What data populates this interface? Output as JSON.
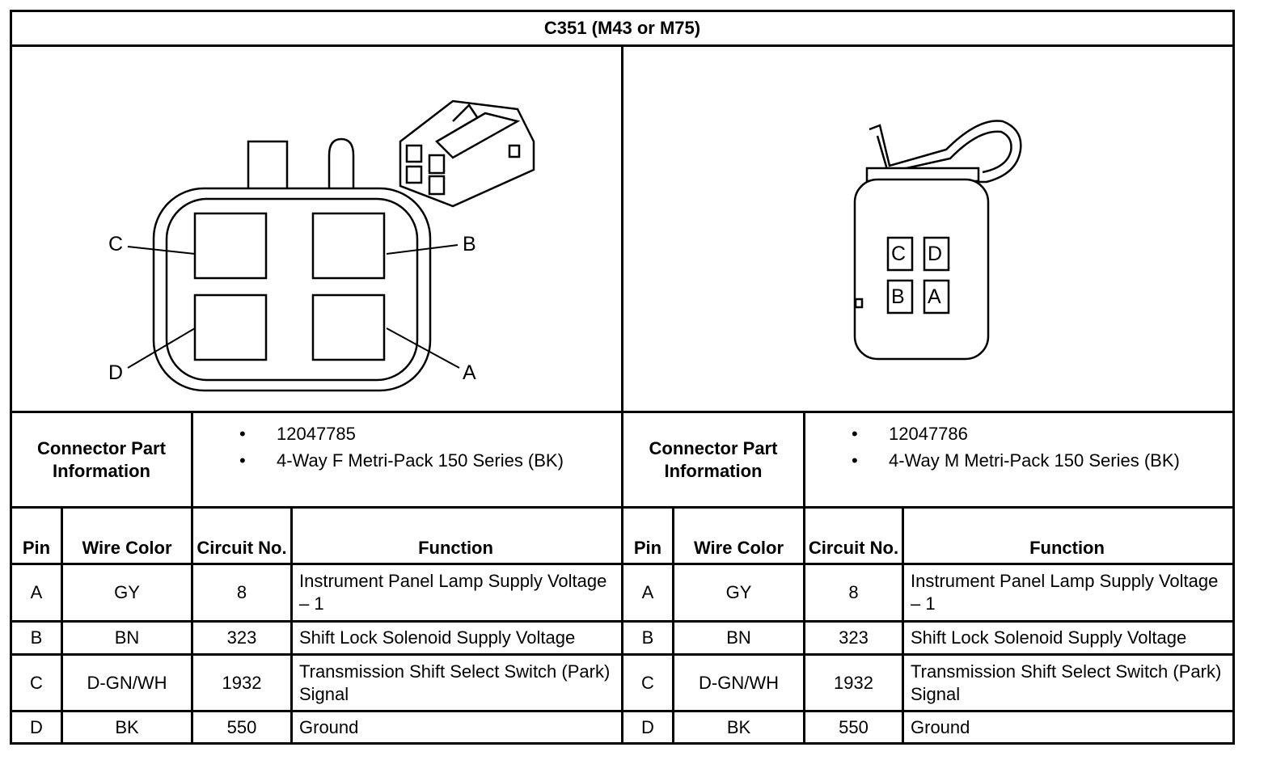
{
  "title": "C351 (M43 or M75)",
  "left": {
    "diagram_labels": [
      "C",
      "B",
      "D",
      "A"
    ],
    "part_info_label": "Connector Part Information",
    "part_info": [
      "12047785",
      "4-Way F Metri-Pack 150 Series (BK)"
    ]
  },
  "right": {
    "diagram_labels": [
      "C",
      "D",
      "B",
      "A"
    ],
    "part_info_label": "Connector Part Information",
    "part_info": [
      "12047786",
      "4-Way M Metri-Pack 150 Series (BK)"
    ]
  },
  "columns": [
    "Pin",
    "Wire Color",
    "Circuit No.",
    "Function"
  ],
  "rows": [
    {
      "pin": "A",
      "color": "GY",
      "circuit": "8",
      "function": "Instrument Panel Lamp Supply Voltage – 1"
    },
    {
      "pin": "B",
      "color": "BN",
      "circuit": "323",
      "function": "Shift Lock Solenoid Supply Voltage"
    },
    {
      "pin": "C",
      "color": "D-GN/WH",
      "circuit": "1932",
      "function": "Transmission Shift Select Switch (Park) Signal"
    },
    {
      "pin": "D",
      "color": "BK",
      "circuit": "550",
      "function": "Ground"
    }
  ],
  "bullet_glyph": "•"
}
